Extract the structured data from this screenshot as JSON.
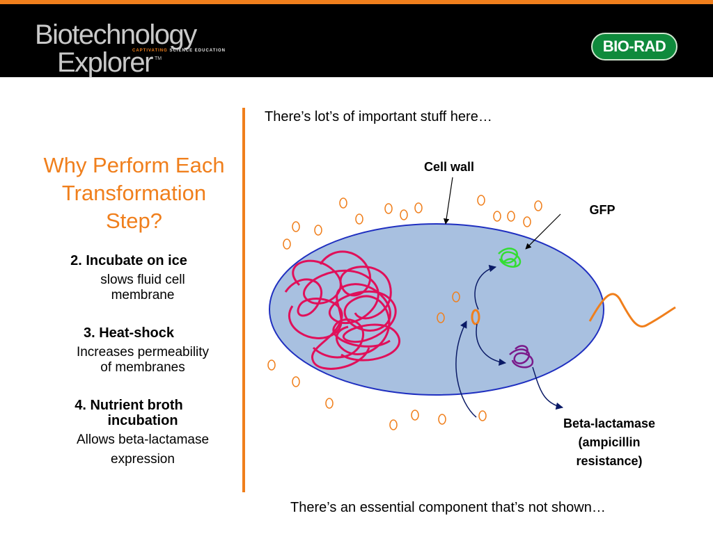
{
  "header": {
    "brand_line1": "Biotechnology",
    "brand_line2": "Explorer",
    "brand_tm": "TM",
    "tagline_part1": "CAPTIVATING",
    "tagline_part2": "SCIENCE EDUCATION",
    "partner_logo": "BIO-RAD"
  },
  "title": {
    "line1": "Why Perform Each",
    "line2": "Transformation",
    "line3": "Step?"
  },
  "steps": [
    {
      "heading": "2. Incubate on ice",
      "body_line1": "slows fluid cell",
      "body_line2": "membrane"
    },
    {
      "heading": "3. Heat-shock",
      "body_line1": "Increases permeability",
      "body_line2": "of membranes"
    },
    {
      "heading_line1": "4. Nutrient broth",
      "heading_line2": "incubation",
      "body_line1": "Allows beta-lactamase",
      "body_line2": "expression"
    }
  ],
  "notes": {
    "top": "There’s lot’s of important stuff here…",
    "bottom": "There’s an essential component that’s not shown…"
  },
  "diagram": {
    "labels": {
      "cell_wall": "Cell wall",
      "gfp": "GFP",
      "beta_line1": "Beta-lactamase",
      "beta_line2": "(ampicillin",
      "beta_line3": "resistance)"
    },
    "colors": {
      "accent_orange": "#f07f1c",
      "cell_fill": "#a8c0e0",
      "cell_outline": "#1f2fc0",
      "chromosome": "#e0105a",
      "gfp_protein": "#33dd33",
      "beta_lactamase_protein": "#7a1a8a",
      "arrows": "#0a1a66"
    }
  }
}
